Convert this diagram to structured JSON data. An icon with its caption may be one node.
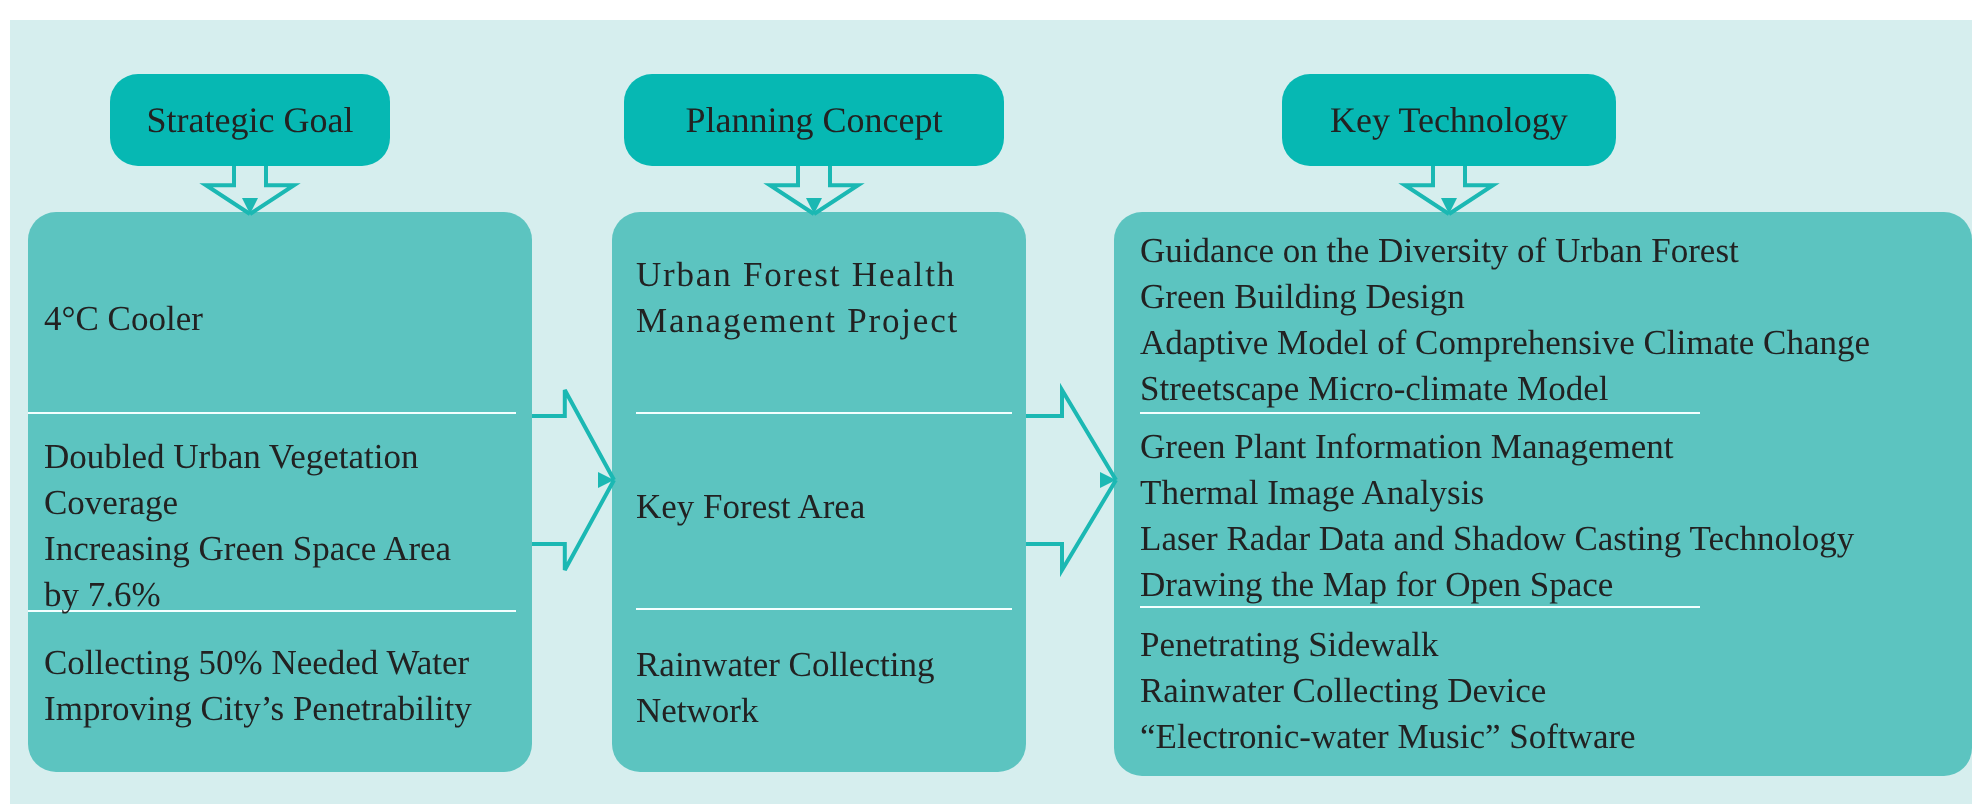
{
  "diagram": {
    "nodes": [
      {
        "text": [
          "Strategic Goal"
        ]
      },
      {
        "text": [
          "Planning Concept"
        ]
      },
      {
        "text": [
          "Key Technology"
        ]
      },
      {
        "text": [],
        "shape": "box"
      },
      {
        "text": [
          "4°C Cooler"
        ],
        "in": 3
      },
      {
        "text": [
          "Doubled Urban Vegetation Coverage",
          "Increasing Green Space Area by 7.6%"
        ],
        "in": 3
      },
      {
        "text": [
          "Collecting 50% Needed Water",
          "Improving City’s Penetrability"
        ],
        "in": 3
      },
      {
        "text": [],
        "shape": "box"
      },
      {
        "text": [
          "Urban Forest Health Management Project"
        ],
        "in": 7
      },
      {
        "text": [
          "Key Forest Area"
        ],
        "in": 7
      },
      {
        "text": [
          "Rainwater Collecting Network"
        ],
        "in": 7
      },
      {
        "text": [],
        "shape": "box"
      },
      {
        "text": [
          "Guidance on the Diversity of Urban Forest",
          "Green Building Design",
          "Adaptive Model of Comprehensive Climate Change",
          "Streetscape Micro-climate Model"
        ],
        "in": 11
      },
      {
        "text": [
          "Green Plant Information Management",
          "Thermal Image Analysis",
          "Laser Radar Data and Shadow Casting Technology",
          "Drawing the Map for Open Space"
        ],
        "in": 11
      },
      {
        "text": [
          "Penetrating Sidewalk",
          "Rainwater Collecting Device",
          "“Electronic-water Music” Software"
        ],
        "in": 11
      }
    ],
    "edges": [
      {
        "from": 0,
        "to": 3,
        "arrow": "to"
      },
      {
        "from": 1,
        "to": 7,
        "arrow": "to"
      },
      {
        "from": 2,
        "to": 11,
        "arrow": "to"
      },
      {
        "from": 3,
        "to": 7,
        "arrow": "to"
      },
      {
        "from": 7,
        "to": 11,
        "arrow": "to"
      }
    ]
  }
}
